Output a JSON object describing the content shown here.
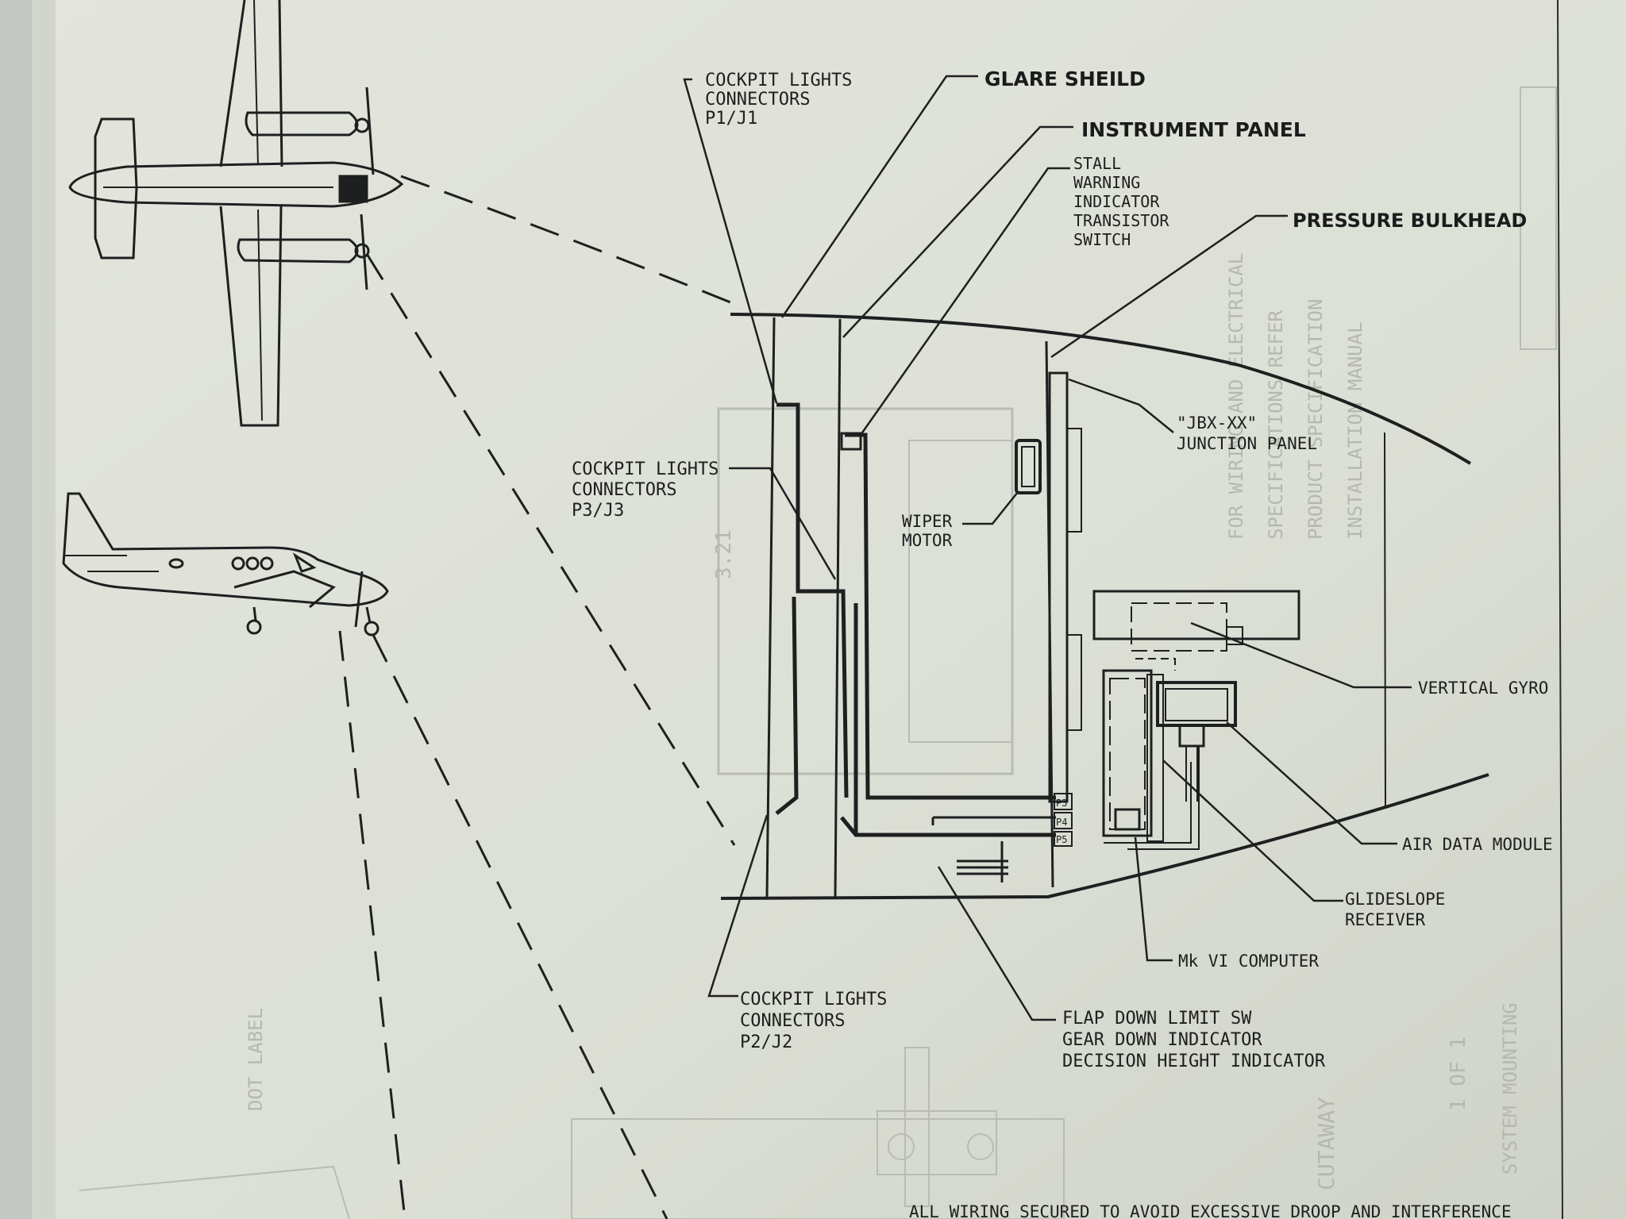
{
  "callouts": {
    "glare_shield": "GLARE SHEILD",
    "instrument_panel": "INSTRUMENT PANEL",
    "pressure_bulkhead": "PRESSURE BULKHEAD",
    "cockpit_lights_p1": [
      "COCKPIT LIGHTS",
      "CONNECTORS",
      "P1/J1"
    ],
    "stall_warning": [
      "STALL",
      "WARNING",
      "INDICATOR",
      "TRANSISTOR",
      "SWITCH"
    ],
    "cockpit_lights_p3": [
      "COCKPIT LIGHTS",
      "CONNECTORS",
      "P3/J3"
    ],
    "jbx_junction": [
      "\"JBX-XX\"",
      "JUNCTION PANEL"
    ],
    "wiper_motor": [
      "WIPER",
      "MOTOR"
    ],
    "vertical_gyro": "VERTICAL GYRO",
    "air_data_module": "AIR DATA MODULE",
    "glideslope_receiver": [
      "GLIDESLOPE",
      "RECEIVER"
    ],
    "mk_vi_computer": "Mk VI COMPUTER",
    "cockpit_lights_p2": [
      "COCKPIT LIGHTS",
      "CONNECTORS",
      "P2/J2"
    ],
    "flap_gear_dh": [
      "FLAP DOWN LIMIT SW",
      "GEAR DOWN INDICATOR",
      "DECISION HEIGHT INDICATOR"
    ]
  },
  "connector_tags": [
    "P3",
    "P4",
    "P5"
  ],
  "footer_note": [
    "ALL WIRING SECURED TO AVOID EXCESSIVE DROOP AND INTERFERENCE"
  ],
  "colors": {
    "paper": "#dfe1d8",
    "ink": "#1e2020",
    "ghost": "#b9bcb4",
    "binding": "#c9ccc6"
  }
}
